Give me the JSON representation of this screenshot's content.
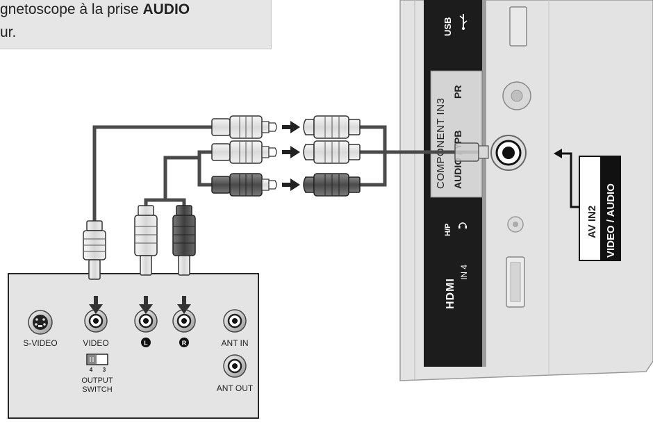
{
  "instruction": {
    "line1_text": "gnetoscope à la prise ",
    "line1_bold": "AUDIO",
    "line2_text": "ur."
  },
  "vcr_panel": {
    "svideo_label": "S-VIDEO",
    "video_label": "VIDEO",
    "left_badge": "L",
    "right_badge": "R",
    "ant_in_label": "ANT IN",
    "ant_out_label": "ANT OUT",
    "switch_positions": [
      "4",
      "3"
    ],
    "output_switch_line1": "OUTPUT",
    "output_switch_line2": "SWITCH"
  },
  "tv_panel": {
    "usb_label": "USB",
    "usb_icon": "usb-icon",
    "component_label": "COMPONENT IN3",
    "pb_label": "PB",
    "pr_label": "PR",
    "audio_y_label": "AUDIO / Y",
    "hp_label": "H/P",
    "headphone_icon": "headphone-icon",
    "hdmi_logo": "HDMI",
    "hdmi_in_label": "IN 4",
    "av_in2_label": "AV IN2",
    "video_audio_label": "VIDEO / AUDIO"
  },
  "colors": {
    "cable": "#4a4a4a",
    "plug_light": "#e4e4e4",
    "plug_dark": "#555555",
    "tv_strip": "#1c1c1c",
    "tv_body": "#e3e3e3",
    "instruction_bg": "#e6e6e6"
  }
}
